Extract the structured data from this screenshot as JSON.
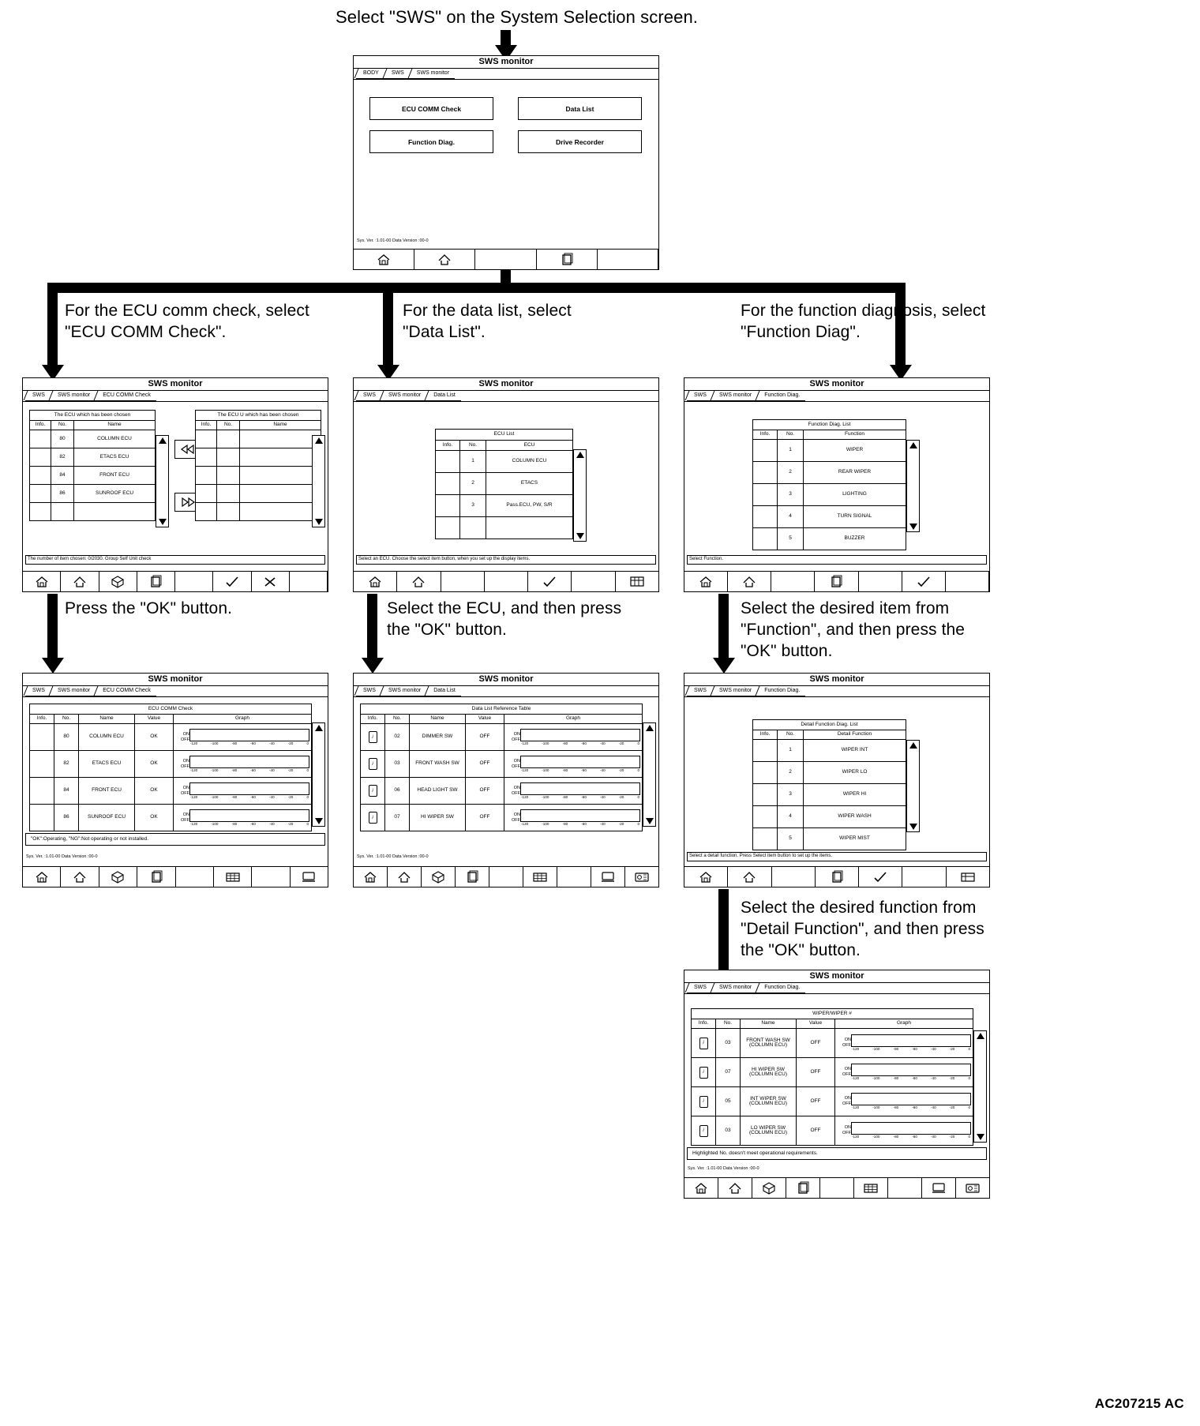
{
  "diagram": {
    "code": "AC207215 AC",
    "intro": "Select \"SWS\" on the System Selection screen.",
    "instructions": {
      "ecu_comm": "For the ECU comm check, select\n\"ECU COMM Check\".",
      "data_list": "For the data list, select\n\"Data List\".",
      "function_diag": "For the function diagnosis, select\n\"Function Diag\".",
      "press_ok": "Press the \"OK\" button.",
      "select_ecu": "Select the ECU, and then press\nthe \"OK\" button.",
      "select_item": "Select the desired item from\n\"Function\", and then press the\n\"OK\" button.",
      "select_detail": "Select the desired function from\n\"Detail Function\", and then press\nthe \"OK\" button."
    }
  },
  "screen_menu": {
    "title": "SWS monitor",
    "crumbs": [
      "BODY",
      "SWS",
      "SWS monitor"
    ],
    "buttons": [
      "ECU COMM Check",
      "Data List",
      "Function Diag.",
      "Drive Recorder"
    ],
    "version": "Sys. Ver. :1.01-00  Data Version :00-0",
    "toolbar": [
      "home-icon",
      "back-icon",
      "copy-icon"
    ]
  },
  "screen_ecu_select": {
    "title": "SWS monitor",
    "crumbs": [
      "SWS",
      "SWS monitor",
      "ECU COMM Check"
    ],
    "left_header": "The ECU which has been chosen",
    "right_header": "The ECU U which has been chosen",
    "columns": [
      "Info.",
      "No.",
      "Name"
    ],
    "rows": [
      {
        "info": "",
        "no": "80",
        "name": "COLUMN ECU"
      },
      {
        "info": "",
        "no": "82",
        "name": "ETACS ECU"
      },
      {
        "info": "",
        "no": "84",
        "name": "FRONT ECU"
      },
      {
        "info": "",
        "no": "86",
        "name": "SUNROOF ECU"
      },
      {
        "info": "",
        "no": "",
        "name": ""
      }
    ],
    "move_left_icon": "double-left-icon",
    "move_right_icon": "double-right-icon",
    "status": "The number of item chosen: 0/2030.  Group Self Unit check",
    "toolbar": [
      "home-icon",
      "back-icon",
      "cube-icon",
      "copy-icon",
      "check-icon",
      "cancel-icon"
    ]
  },
  "screen_data_list": {
    "title": "SWS monitor",
    "crumbs": [
      "SWS",
      "SWS monitor",
      "Data List"
    ],
    "table_title": "ECU List",
    "columns": [
      "Info.",
      "No.",
      "ECU"
    ],
    "rows": [
      {
        "info": "",
        "no": "1",
        "ecu": "COLUMN ECU"
      },
      {
        "info": "",
        "no": "2",
        "ecu": "ETACS"
      },
      {
        "info": "",
        "no": "3",
        "ecu": "Pass.ECU, PW, S/R"
      },
      {
        "info": "",
        "no": "",
        "ecu": ""
      }
    ],
    "status": "Select an ECU. Choose the select item button, when you set up the display items.",
    "toolbar": [
      "home-icon",
      "back-icon",
      "check-icon",
      "list-icon"
    ]
  },
  "screen_function_diag": {
    "title": "SWS monitor",
    "crumbs": [
      "SWS",
      "SWS monitor",
      "Function Diag."
    ],
    "table_title": "Function Diag. List",
    "columns": [
      "Info.",
      "No.",
      "Function"
    ],
    "rows": [
      {
        "info": "",
        "no": "1",
        "function": "WIPER"
      },
      {
        "info": "",
        "no": "2",
        "function": "REAR WIPER"
      },
      {
        "info": "",
        "no": "3",
        "function": "LIGHTING"
      },
      {
        "info": "",
        "no": "4",
        "function": "TURN SIGNAL"
      },
      {
        "info": "",
        "no": "5",
        "function": "BUZZER"
      }
    ],
    "status": "Select Function.",
    "toolbar": [
      "home-icon",
      "back-icon",
      "copy-icon",
      "check-icon"
    ]
  },
  "screen_ecu_comm_result": {
    "title": "SWS monitor",
    "crumbs": [
      "SWS",
      "SWS monitor",
      "ECU COMM Check"
    ],
    "table_title": "ECU COMM Check",
    "columns": [
      "Info.",
      "No.",
      "Name",
      "Value",
      "Graph"
    ],
    "graph_ticks": [
      "-120",
      "-100",
      "-80",
      "-60",
      "-40",
      "-20",
      "0"
    ],
    "graph_labels": [
      "ON",
      "OFF"
    ],
    "rows": [
      {
        "info": "",
        "no": "80",
        "name": "COLUMN ECU",
        "value": "OK"
      },
      {
        "info": "",
        "no": "82",
        "name": "ETACS ECU",
        "value": "OK"
      },
      {
        "info": "",
        "no": "84",
        "name": "FRONT ECU",
        "value": "OK"
      },
      {
        "info": "",
        "no": "86",
        "name": "SUNROOF ECU",
        "value": "OK"
      }
    ],
    "note": "\"OK\":Operating, \"NG\":Not operating or not installed.",
    "version": "Sys. Ver. :1.01-00  Data Version :00-0",
    "toolbar": [
      "home-icon",
      "back-icon",
      "cube-icon",
      "copy-icon",
      "table-icon",
      "monitor-icon"
    ]
  },
  "screen_data_list_result": {
    "title": "SWS monitor",
    "crumbs": [
      "SWS",
      "SWS monitor",
      "Data List"
    ],
    "table_title": "Data List Reference Table",
    "columns": [
      "Info.",
      "No.",
      "Name",
      "Value",
      "Graph"
    ],
    "graph_ticks": [
      "-120",
      "-100",
      "-80",
      "-60",
      "-40",
      "-20",
      "0"
    ],
    "graph_labels": [
      "ON",
      "OFF"
    ],
    "rows": [
      {
        "info": "info-icon",
        "no": "02",
        "name": "DIMMER SW",
        "value": "OFF"
      },
      {
        "info": "info-icon",
        "no": "03",
        "name": "FRONT WASH SW",
        "value": "OFF"
      },
      {
        "info": "info-icon",
        "no": "06",
        "name": "HEAD LIGHT SW",
        "value": "OFF"
      },
      {
        "info": "info-icon",
        "no": "07",
        "name": "HI WIPER SW",
        "value": "OFF"
      }
    ],
    "version": "Sys. Ver. :1.01-00  Data Version :00-0",
    "toolbar": [
      "home-icon",
      "back-icon",
      "cube-icon",
      "copy-icon",
      "table-icon",
      "monitor-icon",
      "record-icon"
    ]
  },
  "screen_detail_function": {
    "title": "SWS monitor",
    "crumbs": [
      "SWS",
      "SWS monitor",
      "Function Diag."
    ],
    "table_title": "Detail Function Diag. List",
    "columns": [
      "Info.",
      "No.",
      "Detail Function"
    ],
    "rows": [
      {
        "info": "",
        "no": "1",
        "detail": "WIPER INT"
      },
      {
        "info": "",
        "no": "2",
        "detail": "WIPER LO"
      },
      {
        "info": "",
        "no": "3",
        "detail": "WIPER HI"
      },
      {
        "info": "",
        "no": "4",
        "detail": "WIPER WASH"
      },
      {
        "info": "",
        "no": "5",
        "detail": "WIPER MIST"
      }
    ],
    "status": "Select a detail function.  Press Select item button to set up the items.",
    "toolbar": [
      "home-icon",
      "back-icon",
      "copy-icon",
      "check-icon",
      "list-icon"
    ]
  },
  "screen_wiper_result": {
    "title": "SWS monitor",
    "crumbs": [
      "SWS",
      "SWS monitor",
      "Function Diag."
    ],
    "table_title": "WIPER/WIPER #",
    "columns": [
      "Info.",
      "No.",
      "Name",
      "Value",
      "Graph"
    ],
    "graph_ticks": [
      "-120",
      "-100",
      "-80",
      "-60",
      "-40",
      "-20",
      "0"
    ],
    "graph_labels": [
      "ON",
      "OFF"
    ],
    "rows": [
      {
        "info": "info-icon",
        "no": "03",
        "name": "FRONT WASH SW\n(COLUMN ECU)",
        "value": "OFF"
      },
      {
        "info": "info-icon",
        "no": "07",
        "name": "HI WIPER SW\n(COLUMN ECU)",
        "value": "OFF"
      },
      {
        "info": "info-icon",
        "no": "05",
        "name": "INT WIPER SW\n(COLUMN ECU)",
        "value": "OFF"
      },
      {
        "info": "info-icon",
        "no": "03",
        "name": "LO WIPER SW\n(COLUMN ECU)",
        "value": "OFF"
      }
    ],
    "note": "Highlighted No. doesn't meet operational requirements.",
    "version": "Sys. Ver. :1.01-00  Data Version :00-0",
    "toolbar": [
      "home-icon",
      "back-icon",
      "cube-icon",
      "copy-icon",
      "table-icon",
      "monitor-icon",
      "record-icon"
    ]
  }
}
